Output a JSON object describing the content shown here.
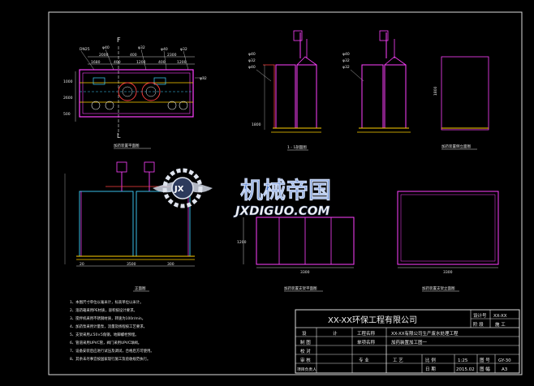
{
  "marks": {
    "f": "F",
    "l": "L"
  },
  "plan_view": {
    "caption": "加药装置平面图",
    "dims_top": [
      "2000",
      "400",
      "2300"
    ],
    "dims_mid": [
      "1680",
      "400",
      "1200",
      "400",
      "1200"
    ],
    "dims_side": [
      "1000",
      "2600",
      "500"
    ],
    "pipe_labels": [
      "DN25",
      "φ40",
      "φ32",
      "φ40",
      "φ32",
      "φ32"
    ]
  },
  "section_1": {
    "pipe_labels": [
      "φ40",
      "φ32",
      "φ40"
    ],
    "height_dim": "1800",
    "caption": "1 - 1剖面图"
  },
  "section_2": {
    "pipe_labels": [
      "φ40",
      "φ32",
      "φ32"
    ],
    "height_dim": "1800",
    "caption": "加药装置侧立面图"
  },
  "front_view": {
    "caption": "正面图",
    "dims_bottom": [
      "20",
      "3500",
      "300"
    ]
  },
  "base_view": {
    "caption": "加药装置支架平面图",
    "dim_bottom": "3300",
    "dim_side": "1200"
  },
  "frame_view": {
    "caption": "加药装置支架立面图",
    "dim_bottom": "3300"
  },
  "watermark": {
    "title": "机械帝国",
    "url": "JXDIGUO.COM",
    "badge": "JX"
  },
  "notes": [
    "1、本图尺寸单位以毫米计，标高单位以米计。",
    "2、溶药箱采用PE材质，容积按设计要求。",
    "3、搅拌机采用不锈钢材质，转速为100r/min。",
    "4、加药泵采用计量泵，流量及扬程按工艺要求。",
    "5、支架采用∠50×5角钢，地脚螺栓预埋。",
    "6、管道采用UPVC管，阀门采用UPVC球阀。",
    "7、设备安装后应进行试压及调试，合格后方可使用。",
    "8、其余未尽事宜按国家现行施工及验收规范执行。"
  ],
  "title_block": {
    "company": "XX-XX环保工程有限公司",
    "project_name_label": "工程名称",
    "project_name": "XX-XX有限公司生产废水处理工程",
    "drawing_name_label": "单项名称",
    "drawing_name": "加药装置加工图一",
    "design_no_label": "设计号",
    "design_no": "XX-XX",
    "stage_label": "阶 段",
    "stage": "施 工",
    "discipline_label": "专 业",
    "discipline": "工 艺",
    "scale_label": "比 例",
    "scale": "1:25",
    "drawing_no_label": "图 号",
    "drawing_no": "GY-30",
    "date_label": "日 期",
    "date": "2015.02",
    "size_label": "图 幅",
    "size": "A3",
    "left_labels": [
      "设",
      "计",
      "制 图",
      "校 对",
      "审 核",
      "项目负责人"
    ]
  }
}
